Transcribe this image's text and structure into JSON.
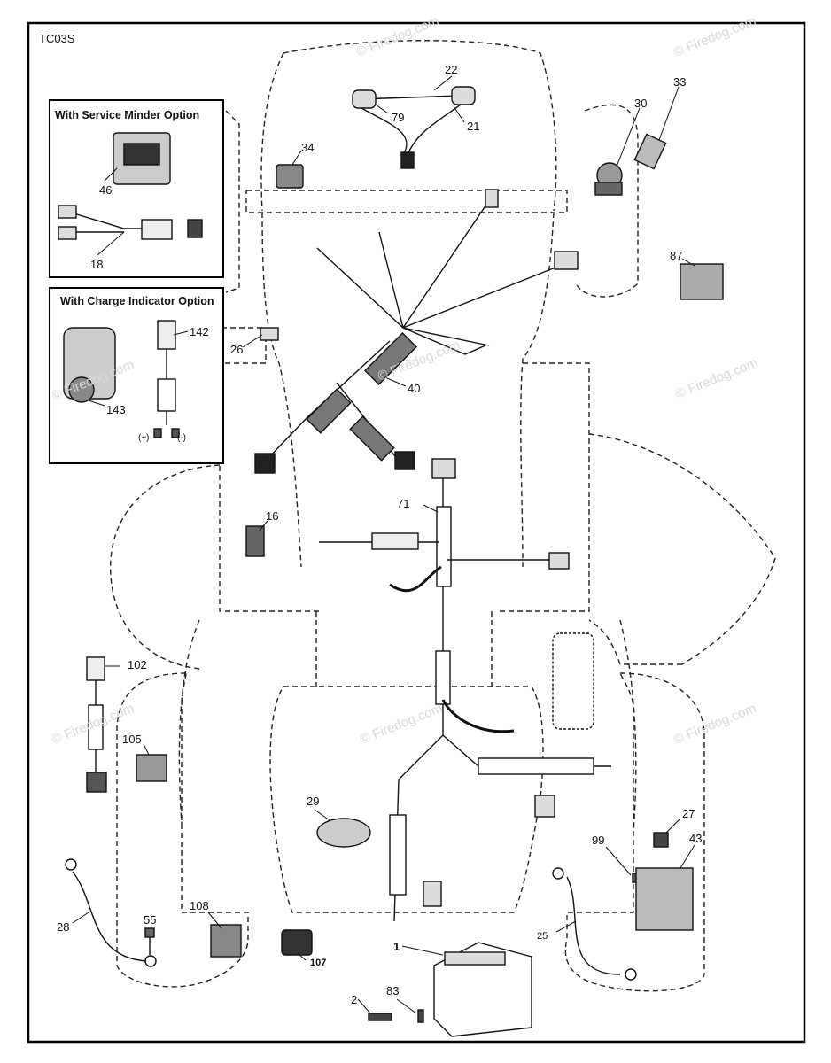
{
  "diagram_code": "TC03S",
  "options": {
    "service_minder": "With Service Minder Option",
    "charge_indicator": "With Charge Indicator Option"
  },
  "watermark": "© Firedog.com",
  "parts": {
    "p1": "1",
    "p2": "2",
    "p16": "16",
    "p18": "18",
    "p21": "21",
    "p22": "22",
    "p25": "25",
    "p26": "26",
    "p27": "27",
    "p28": "28",
    "p29": "29",
    "p30": "30",
    "p33": "33",
    "p34": "34",
    "p40": "40",
    "p43": "43",
    "p46": "46",
    "p55": "55",
    "p71": "71",
    "p79": "79",
    "p83": "83",
    "p87": "87",
    "p99": "99",
    "p102": "102",
    "p105": "105",
    "p107": "107",
    "p108": "108",
    "p142": "142",
    "p143": "143"
  },
  "terminals": {
    "plus": "(+)",
    "minus": "(-)"
  }
}
